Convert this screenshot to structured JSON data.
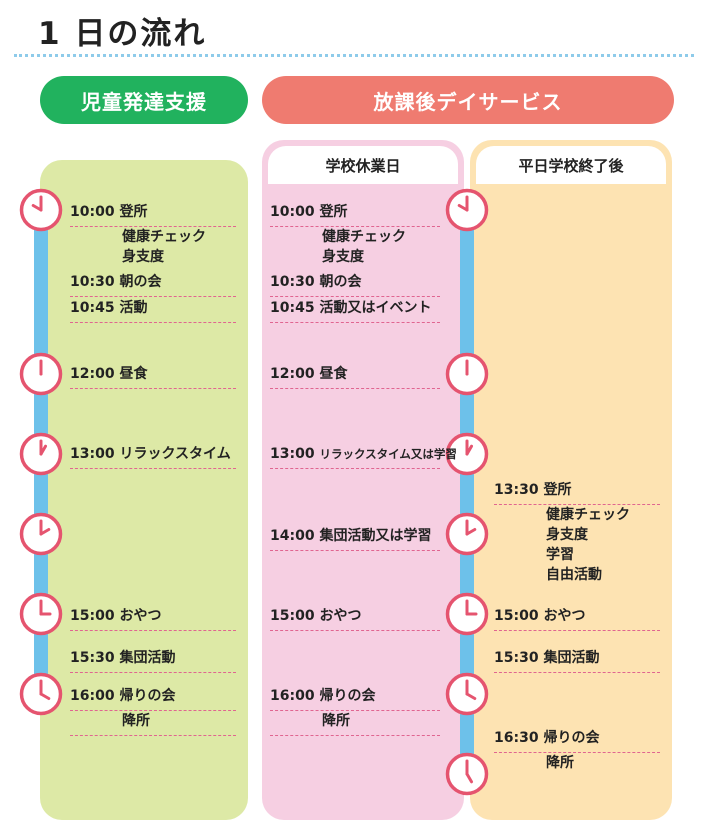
{
  "page_title": "1 日の流れ",
  "sections": {
    "left": {
      "title": "児童発達支援"
    },
    "right": {
      "title": "放課後デイサービス",
      "sub_left": "学校休業日",
      "sub_right": "平日学校終了後"
    }
  },
  "schedule": {
    "jido": [
      {
        "time": "10:00",
        "lines": [
          "登所",
          "健康チェック",
          "身支度"
        ]
      },
      {
        "time": "10:30",
        "lines": [
          "朝の会"
        ]
      },
      {
        "time": "10:45",
        "lines": [
          "活動"
        ]
      },
      {
        "time": "12:00",
        "lines": [
          "昼食"
        ]
      },
      {
        "time": "13:00",
        "lines": [
          "リラックスタイム"
        ]
      },
      {
        "time": "15:00",
        "lines": [
          "おやつ"
        ]
      },
      {
        "time": "15:30",
        "lines": [
          "集団活動"
        ]
      },
      {
        "time": "16:00",
        "lines": [
          "帰りの会",
          "降所"
        ]
      }
    ],
    "kyugyo": [
      {
        "time": "10:00",
        "lines": [
          "登所",
          "健康チェック",
          "身支度"
        ]
      },
      {
        "time": "10:30",
        "lines": [
          "朝の会"
        ]
      },
      {
        "time": "10:45",
        "lines": [
          "活動又はイベント"
        ]
      },
      {
        "time": "12:00",
        "lines": [
          "昼食"
        ]
      },
      {
        "time": "13:00",
        "lines": [
          "リラックスタイム又は学習"
        ]
      },
      {
        "time": "14:00",
        "lines": [
          "集団活動又は学習"
        ]
      },
      {
        "time": "15:00",
        "lines": [
          "おやつ"
        ]
      },
      {
        "time": "16:00",
        "lines": [
          "帰りの会",
          "降所"
        ]
      }
    ],
    "heijitsu": [
      {
        "time": "13:30",
        "lines": [
          "登所",
          "健康チェック",
          "身支度",
          "学習",
          "自由活動"
        ]
      },
      {
        "time": "15:00",
        "lines": [
          "おやつ"
        ]
      },
      {
        "time": "15:30",
        "lines": [
          "集団活動"
        ]
      },
      {
        "time": "16:30",
        "lines": [
          "帰りの会",
          "降所"
        ]
      }
    ]
  },
  "clocks": {
    "left": [
      {
        "hour": 10,
        "minute": 0
      },
      {
        "hour": 12,
        "minute": 0
      },
      {
        "hour": 13,
        "minute": 0
      },
      {
        "hour": 14,
        "minute": 0
      },
      {
        "hour": 15,
        "minute": 0
      },
      {
        "hour": 16,
        "minute": 0
      }
    ],
    "right": [
      {
        "hour": 10,
        "minute": 0
      },
      {
        "hour": 12,
        "minute": 0
      },
      {
        "hour": 13,
        "minute": 0
      },
      {
        "hour": 14,
        "minute": 0
      },
      {
        "hour": 15,
        "minute": 0
      },
      {
        "hour": 16,
        "minute": 0
      },
      {
        "hour": 17,
        "minute": 0
      }
    ]
  },
  "colors": {
    "green_header": "#21b25e",
    "red_header": "#ef7b70",
    "green_column": "#dde9a6",
    "pink_column": "#f6cfe2",
    "orange_column": "#fde3b2",
    "timeline_bar": "#6dc1ea",
    "clock_rim": "#e5546f"
  }
}
